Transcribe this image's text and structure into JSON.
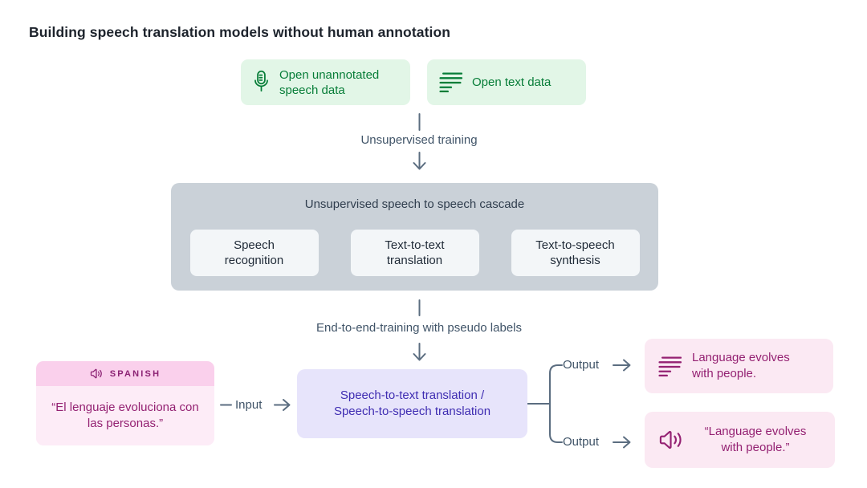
{
  "title": "Building speech translation models without human annotation",
  "data_sources": {
    "speech": {
      "label": "Open unannotated speech data",
      "icon": "microphone-icon"
    },
    "text": {
      "label": "Open text data",
      "icon": "text-lines-icon"
    }
  },
  "connectors": {
    "unsupervised_training": "Unsupervised training",
    "end_to_end": "End-to-end-training with pseudo labels",
    "input_label": "Input",
    "output_top_label": "Output",
    "output_bottom_label": "Output"
  },
  "cascade": {
    "title": "Unsupervised speech to speech cascade",
    "stages": [
      {
        "label": "Speech recognition"
      },
      {
        "label": "Text-to-text translation"
      },
      {
        "label": "Text-to-speech synthesis"
      }
    ]
  },
  "model": {
    "line1": "Speech-to-text translation /",
    "line2": "Speech-to-speech translation"
  },
  "example_input": {
    "language": "SPANISH",
    "language_icon": "speaker-icon",
    "quote": "“El lenguaje evoluciona con las personas.”"
  },
  "outputs": {
    "text": {
      "text": "Language evolves with people.",
      "icon": "text-lines-icon"
    },
    "speech": {
      "text": "“Language evolves with people.”",
      "icon": "speaker-icon"
    }
  },
  "colors": {
    "green_bg": "#e2f6e7",
    "green": "#077d38",
    "slate_line": "#5b6d80",
    "slate_text": "#405468",
    "gray_container_bg": "#cad1d8",
    "stage_bg": "#f3f6f8",
    "dark_text": "#1f2a37",
    "purple_bg": "#e7e4fb",
    "purple_text": "#3f2db2",
    "pink_header_bg": "#fad0ec",
    "pink_body_bg": "#fdecf7",
    "output_bg": "#fbe9f3",
    "magenta_text": "#942172"
  }
}
